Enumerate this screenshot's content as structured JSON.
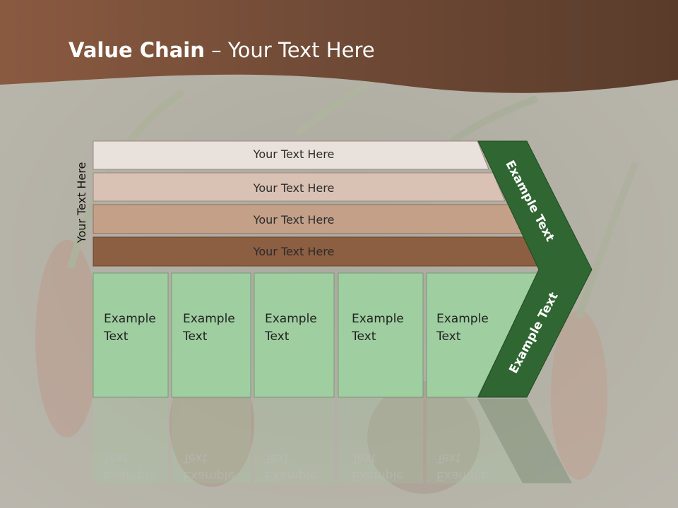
{
  "slide": {
    "title_bold": "Value Chain",
    "title_sep": "–",
    "title_rest": "Your Text Here",
    "vertical_label": "Your Text Here",
    "bars": [
      {
        "label": "Your Text Here"
      },
      {
        "label": "Your Text Here"
      },
      {
        "label": "Your Text Here"
      },
      {
        "label": "Your Text Here"
      }
    ],
    "boxes": [
      {
        "line1": "Example",
        "line2": "Text"
      },
      {
        "line1": "Example",
        "line2": "Text"
      },
      {
        "line1": "Example",
        "line2": "Text"
      },
      {
        "line1": "Example",
        "line2": "Text"
      },
      {
        "line1": "Example",
        "line2": "Text"
      }
    ],
    "chevron_top_label": "Example Text",
    "chevron_bottom_label": "Example Text",
    "colors": {
      "header_brown": "#6b4632",
      "bar1": "#e9e1dc",
      "bar2": "#d9c2b3",
      "bar3": "#c4a089",
      "bar4": "#8c5e42",
      "box_green": "#9fcfa0",
      "chevron_green": "#2f6631"
    }
  }
}
